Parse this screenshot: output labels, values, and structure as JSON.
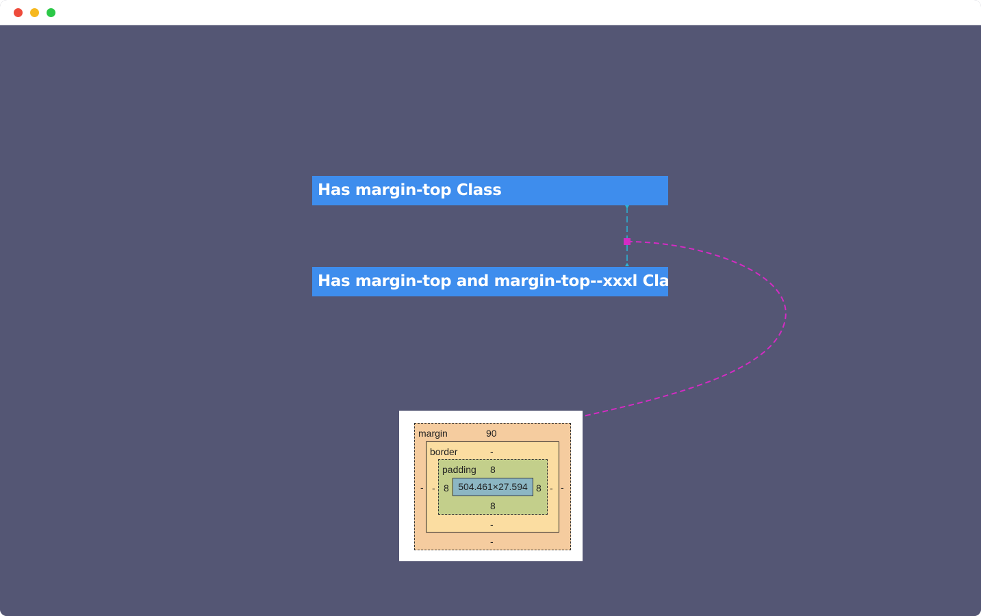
{
  "window": {
    "controls": [
      "close",
      "minimize",
      "zoom"
    ]
  },
  "page": {
    "heading_1": "Has margin-top Class",
    "heading_2": "Has margin-top and margin-top--xxxl Classes"
  },
  "colors": {
    "background": "#545674",
    "heading_bg": "#3e8ded",
    "guide_line": "#29b6d8",
    "annotation_arrow": "#d42bc4",
    "margin_box": "#f5cc9f",
    "border_box": "#fbdda1",
    "padding_box": "#c3cf8b",
    "content_box": "#8cb6c3"
  },
  "box_model": {
    "margin_label": "margin",
    "margin_top": "90",
    "margin_right": "-",
    "margin_bottom": "-",
    "margin_left": "-",
    "border_label": "border",
    "border_top": "-",
    "border_right": "-",
    "border_bottom": "-",
    "border_left": "-",
    "padding_label": "padding",
    "padding_top": "8",
    "padding_right": "8",
    "padding_bottom": "8",
    "padding_left": "8",
    "content_size": "504.461×27.594"
  }
}
